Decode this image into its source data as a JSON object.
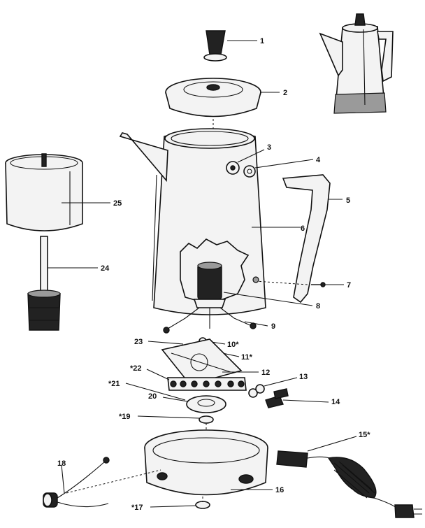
{
  "callouts": {
    "c1": "1",
    "c2": "2",
    "c3": "3",
    "c4": "4",
    "c5": "5",
    "c6": "6",
    "c7": "7",
    "c8": "8",
    "c9": "9",
    "c10": "10*",
    "c11": "11*",
    "c12": "12",
    "c13": "13",
    "c14": "14",
    "c15": "15*",
    "c16": "16",
    "c17": "*17",
    "c18": "18",
    "c19": "*19",
    "c20": "20",
    "c21": "*21",
    "c22": "*22",
    "c23": "23",
    "c24": "24",
    "c25": "25"
  }
}
